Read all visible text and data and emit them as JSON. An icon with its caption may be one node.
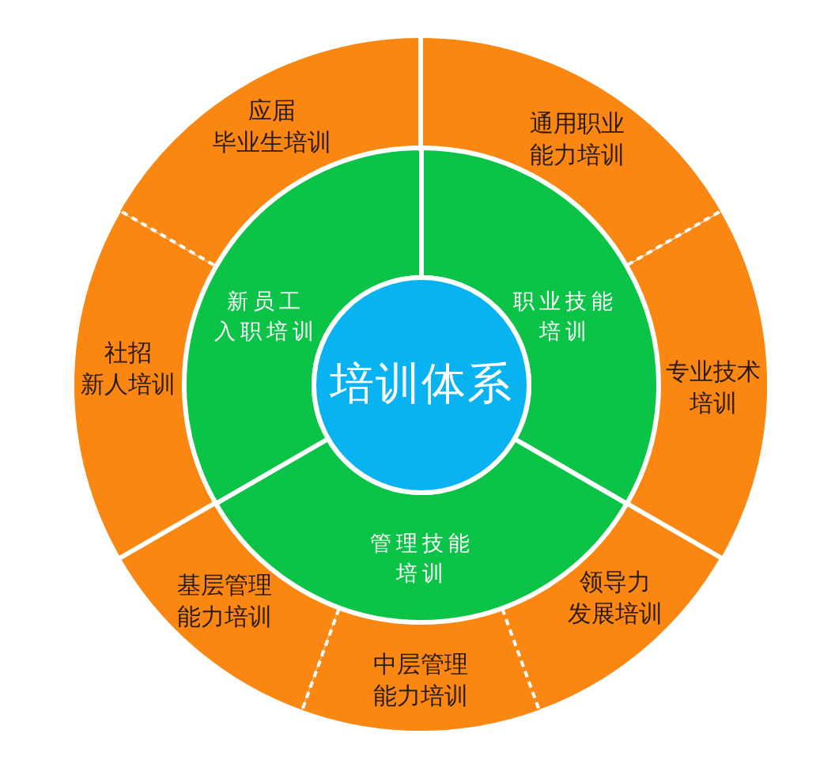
{
  "diagram": {
    "nodes": [
      {
        "text": [
          "应届毕业生培训"
        ]
      },
      {
        "text": [
          "通用职业能力培训"
        ]
      },
      {
        "text": [
          "新员工入职培训"
        ]
      },
      {
        "text": [
          "职业技能培训"
        ]
      },
      {
        "text": [
          "社招新人培训"
        ]
      },
      {
        "text": [
          "专业技术培训"
        ]
      },
      {
        "text": [
          "培训体系"
        ]
      },
      {
        "text": [
          "管理技能培训"
        ]
      },
      {
        "text": [
          "基层管理能力培训"
        ]
      },
      {
        "text": [
          "领导力发展培训"
        ]
      },
      {
        "text": [
          "中层管理能力培训"
        ]
      }
    ]
  }
}
